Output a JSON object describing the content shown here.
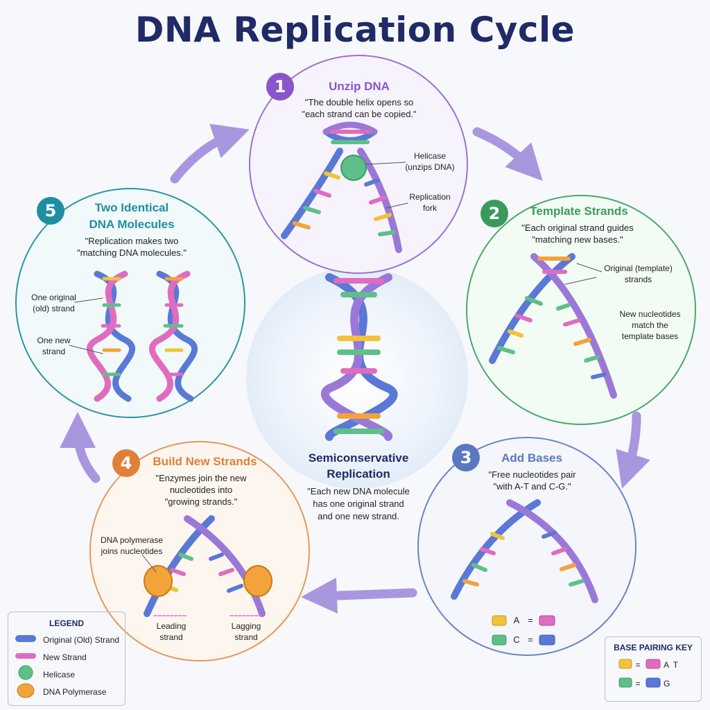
{
  "title": "DNA Replication Cycle",
  "center": {
    "heading_line1": "Semiconservative",
    "heading_line2": "Replication",
    "desc_line1": "\"Each new DNA molecule",
    "desc_line2": "has one original strand",
    "desc_line3": "and one new strand."
  },
  "steps": [
    {
      "number": "1",
      "title": "Unzip DNA",
      "line1": "\"The double helix opens so",
      "line2": "\"each strand can be copied.\"",
      "labels": [
        "Helicase",
        "(unzips DNA)",
        "Replication",
        "fork"
      ]
    },
    {
      "number": "2",
      "title": "Template Strands",
      "line1": "\"Each original strand guides",
      "line2": "\"matching new bases.\"",
      "labels": [
        "Original (template)",
        "strands",
        "New nucleotides",
        "match the",
        "template bases"
      ]
    },
    {
      "number": "3",
      "title": "Add Bases",
      "line1": "\"Free nucleotides pair",
      "line2": "\"with A-T and C-G.\"",
      "pair_a": "A",
      "pair_c": "C",
      "eq": "="
    },
    {
      "number": "4",
      "title": "Build New Strands",
      "line1": "\"Enzymes join the new",
      "line2": "nucleotides into",
      "line3": "\"growing strands.\"",
      "labels": [
        "DNA polymerase",
        "joins nucleotides",
        "Leading",
        "strand",
        "Lagging",
        "strand"
      ]
    },
    {
      "number": "5",
      "title_line1": "Two Identical",
      "title_line2": "DNA Molecules",
      "line1": "\"Replication makes two",
      "line2": "\"matching DNA molecules.\"",
      "labels": [
        "One original",
        "(old) strand",
        "One new",
        "strand"
      ]
    }
  ],
  "legend": {
    "title": "LEGEND",
    "items": [
      "Original (Old) Strand",
      "New Strand",
      "Helicase",
      "DNA Polymerase"
    ]
  },
  "key": {
    "title": "BASE PAIRING KEY",
    "row1": "A  T",
    "row2": "G",
    "eq": "="
  },
  "colors": {
    "title": "#1f2a66",
    "step1": "#8a55c9",
    "step2": "#3a9a5c",
    "step3": "#5a78c0",
    "step4": "#e07f3a",
    "step5": "#1f8ea1",
    "old_strand": "#5a78d6",
    "new_strand": "#e06cc0",
    "strand_purple": "#9b78d8",
    "helicase": "#5fbf8a",
    "polymerase": "#f2a33a",
    "arrow": "#a897df"
  }
}
